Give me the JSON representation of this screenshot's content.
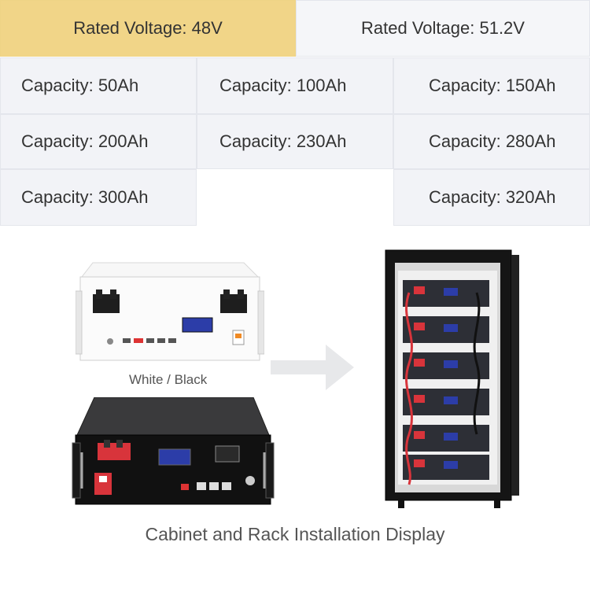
{
  "voltage_options": [
    {
      "label": "Rated Voltage:  48V",
      "selected": true
    },
    {
      "label": "Rated Voltage:  51.2V",
      "selected": false
    }
  ],
  "capacity_options": [
    "Capacity:  50Ah",
    "Capacity:  100Ah",
    "Capacity:  150Ah",
    "Capacity:  200Ah",
    "Capacity:  230Ah",
    "Capacity:  280Ah",
    "Capacity:  300Ah",
    "Capacity:  320Ah"
  ],
  "color_caption": "White / Black",
  "display_caption": "Cabinet and Rack Installation Display",
  "colors": {
    "selected": "#f1d588",
    "option_bg": "#f2f3f7",
    "text": "#333333"
  }
}
